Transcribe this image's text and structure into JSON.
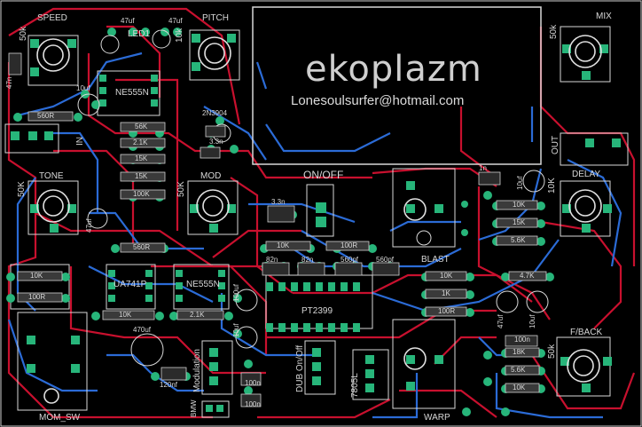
{
  "board": {
    "logo": "ekoplazm",
    "email": "Lonesoulsurfer@hotmail.com"
  },
  "pots": [
    {
      "name": "pot-speed",
      "label": "SPEED",
      "value": "50k"
    },
    {
      "name": "pot-pitch",
      "label": "PITCH",
      "value": "10k"
    },
    {
      "name": "pot-mix",
      "label": "MIX",
      "value": "50k"
    },
    {
      "name": "pot-tone",
      "label": "TONE",
      "value": "50K"
    },
    {
      "name": "pot-mod",
      "label": "MOD",
      "value": "50K"
    },
    {
      "name": "pot-delay",
      "label": "DELAY",
      "value": "10K"
    },
    {
      "name": "pot-fback",
      "label": "F/BACK",
      "value": "50k"
    }
  ],
  "labels": {
    "led": "LED1",
    "on_off": "ON/OFF",
    "blast": "BLAST",
    "warp": "WARP",
    "mom_sw": "MOM_SW",
    "in": "IN",
    "out": "OUT",
    "modulation": "Modulation",
    "dub_on_off": "DUB On/Off",
    "chip_pt2399": "PT2399",
    "chip_ne555_top": "NE555N",
    "chip_ne555_bottom": "NE555N",
    "chip_ua741": "UA741P",
    "transistor": "2N3904",
    "regulator": "7805L",
    "bmw": "BMW"
  },
  "components": {
    "r_560r_left": "560R",
    "r_56k": "56K",
    "r_2k1": "2.1K",
    "r_15k": "15K",
    "r_15k_b": "15K",
    "r_100k": "100K",
    "c_3n3_top": "3.3n",
    "c_47uf_tl": "47uf",
    "c_47uf_t2": "47uf",
    "c_47n": "47n",
    "c_10uf": "10uf",
    "c_47uf_tone": "47uf",
    "r_560r_mid": "560R",
    "r_10k_left": "10K",
    "r_100r_left": "100R",
    "r_10k_mid": "10K",
    "r_2k_mid": "2.1K",
    "c_470uf": "470uf",
    "c_100uf": "100uf",
    "c_10uf_b": "10uf",
    "c_120nf": "120nf",
    "c_100n_a": "100n",
    "c_100n_b": "100n",
    "r_10k_center": "10K",
    "r_100r_center": "100R",
    "c_3n3_center": "3.3n",
    "c_82n_a": "82n",
    "c_82n_b": "82n",
    "c_560pf_a": "560pf",
    "c_560pf_b": "560pf",
    "c_1n": "1n",
    "c_10uf_delay": "10uf",
    "r_10k_r1": "10K",
    "r_15k_r2": "15K",
    "r_5k6": "5.6K",
    "r_10k_blast": "10K",
    "r_1k": "1K",
    "r_100r_right": "100R",
    "r_4k7": "4.7K",
    "c_47uf_r": "47uf",
    "c_10uf_r": "10uf",
    "c_100n_r": "100n",
    "r_18k": "18K",
    "r_5k6_b": "5.6K",
    "r_10k_bottom": "10K"
  }
}
